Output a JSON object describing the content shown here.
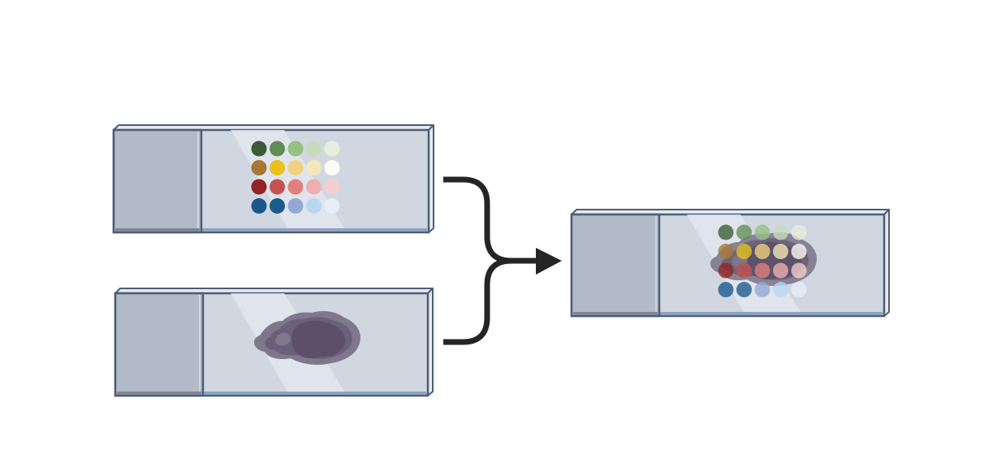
{
  "colors": {
    "background": "#ffffff",
    "slide_glass": "#d1d7e1",
    "slide_label": "#b2bac8",
    "slide_edge": "#4d5d78",
    "slide_shine": "#e3e6ee",
    "connector": "#252525",
    "tissue_outer": "#7f788d",
    "tissue_mid": "#6a6079",
    "tissue_inner": "#5b4f69"
  },
  "spot_grid": [
    [
      "#3a5c35",
      "#618d57",
      "#95c182",
      "#c7dcbc",
      "#e5eedc"
    ],
    [
      "#a77736",
      "#e8c21a",
      "#f1d17f",
      "#f5e7b7",
      "#fbfbf6"
    ],
    [
      "#922425",
      "#c55150",
      "#e0807d",
      "#eeb0ad",
      "#f4cfcd"
    ],
    [
      "#1a578c",
      "#1d5a8d",
      "#93a8d4",
      "#b8d6f2",
      "#e7eef9"
    ]
  ],
  "slides": [
    {
      "id": "slide-barcoded-array",
      "has_spots": true,
      "has_tissue": false
    },
    {
      "id": "slide-tissue-section",
      "has_spots": false,
      "has_tissue": true
    },
    {
      "id": "slide-combined",
      "has_spots": true,
      "has_tissue": true
    }
  ],
  "connector": {
    "icon": "merge-arrow-icon"
  }
}
